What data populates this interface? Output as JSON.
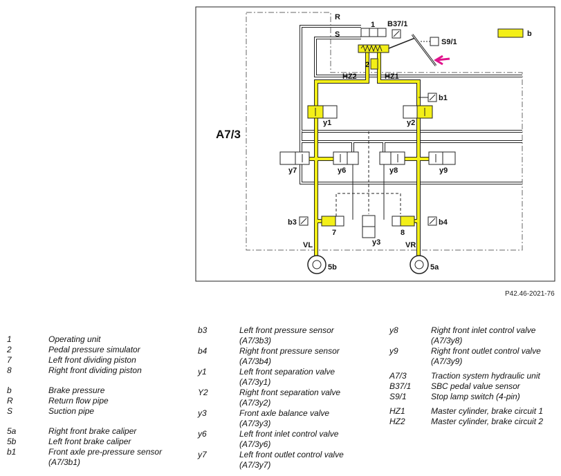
{
  "diagram": {
    "unit_label": "A7/3",
    "reference": "P42.46-2021-76",
    "colors": {
      "brake_pressure": "#f3ef18",
      "pedal_arrow": "#e0138c",
      "line": "#222222"
    },
    "labels": {
      "R": "R",
      "S": "S",
      "one": "1",
      "two": "2",
      "B37": "B37/1",
      "S9": "S9/1",
      "b_key": "b",
      "HZ2": "HZ2",
      "HZ1": "HZ1",
      "b1": "b1",
      "y1": "y1",
      "y2": "y2",
      "y7": "y7",
      "y6": "y6",
      "y8": "y8",
      "y9": "y9",
      "b3": "b3",
      "b4": "b4",
      "seven": "7",
      "eight": "8",
      "y3": "y3",
      "VL": "VL",
      "VR": "VR",
      "5b": "5b",
      "5a": "5a"
    }
  },
  "legend": {
    "col1": [
      {
        "code": "1",
        "desc": "Operating unit"
      },
      {
        "code": "2",
        "desc": "Pedal pressure simulator"
      },
      {
        "code": "7",
        "desc": "Left front dividing piston"
      },
      {
        "code": "8",
        "desc": "Right front dividing piston"
      },
      {
        "code": "b",
        "desc": "Brake pressure"
      },
      {
        "code": "R",
        "desc": "Return flow pipe"
      },
      {
        "code": "S",
        "desc": "Suction pipe"
      },
      {
        "code": "5a",
        "desc": "Right front brake caliper"
      },
      {
        "code": "5b",
        "desc": "Left front brake caliper"
      },
      {
        "code": "b1",
        "desc": "Front axle pre-pressure sensor",
        "sub": "(A7/3b1)"
      }
    ],
    "col2": [
      {
        "code": "b3",
        "desc": "Left front pressure sensor",
        "sub": "(A7/3b3)"
      },
      {
        "code": "b4",
        "desc": "Right front pressure sensor",
        "sub": "(A7/3b4)"
      },
      {
        "code": "y1",
        "desc": "Left front separation valve",
        "sub": "(A7/3y1)"
      },
      {
        "code": "Y2",
        "desc": "Right front separation valve",
        "sub": "(A7/3y2)"
      },
      {
        "code": "y3",
        "desc": "Front axle balance valve",
        "sub": "(A7/3y3)"
      },
      {
        "code": "y6",
        "desc": "Left front inlet control valve",
        "sub": "(A7/3y6)"
      },
      {
        "code": "y7",
        "desc": "Left front outlet control valve",
        "sub": "(A7/3y7)"
      }
    ],
    "col3": [
      {
        "code": "y8",
        "desc": "Right front inlet control valve",
        "sub": "(A7/3y8)"
      },
      {
        "code": "y9",
        "desc": "Right front outlet control valve",
        "sub": "(A7/3y9)"
      },
      {
        "code": "A7/3",
        "desc": "Traction system hydraulic unit"
      },
      {
        "code": "B37/1",
        "desc": "SBC pedal value sensor"
      },
      {
        "code": "S9/1",
        "desc": "Stop lamp switch (4-pin)"
      },
      {
        "code": "HZ1",
        "desc": "Master cylinder, brake circuit 1"
      },
      {
        "code": "HZ2",
        "desc": "Master cylinder, brake circuit 2"
      }
    ]
  }
}
